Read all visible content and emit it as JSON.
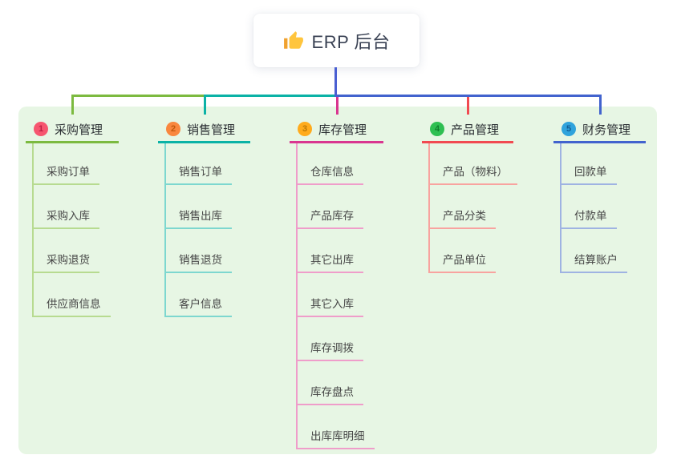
{
  "root": {
    "label": "ERP 后台",
    "icon": "thumbs-up"
  },
  "branches": [
    {
      "number": "1",
      "title": "采购管理",
      "line_color": "#7CBA40",
      "child_line_color": "#B7DB90",
      "badge_bg": "#F6566F",
      "badge_fg": "#BE1E43",
      "children": [
        "采购订单",
        "采购入库",
        "采购退货",
        "供应商信息"
      ]
    },
    {
      "number": "2",
      "title": "销售管理",
      "line_color": "#0BB2A6",
      "child_line_color": "#7DD7CF",
      "badge_bg": "#F9873E",
      "badge_fg": "#C2590E",
      "children": [
        "销售订单",
        "销售出库",
        "销售退货",
        "客户信息"
      ]
    },
    {
      "number": "3",
      "title": "库存管理",
      "line_color": "#D93690",
      "child_line_color": "#EF9DCA",
      "badge_bg": "#FFAB1C",
      "badge_fg": "#BC7906",
      "children": [
        "仓库信息",
        "产品库存",
        "其它出库",
        "其它入库",
        "库存调拨",
        "库存盘点",
        "出库库明细"
      ]
    },
    {
      "number": "4",
      "title": "产品管理",
      "line_color": "#F14A51",
      "child_line_color": "#F8A39F",
      "badge_bg": "#2FBF52",
      "badge_fg": "#0F7E2C",
      "children": [
        "产品（物料）",
        "产品分类",
        "产品单位"
      ]
    },
    {
      "number": "5",
      "title": "财务管理",
      "line_color": "#4263CE",
      "child_line_color": "#9FB3E2",
      "badge_bg": "#30A3DC",
      "badge_fg": "#135E96",
      "children": [
        "回款单",
        "付款单",
        "结算账户"
      ]
    }
  ],
  "colors": {
    "canvas_bg": "#FFFFFF",
    "panel_bg": "#E7F6E4",
    "root_box_bg": "#FFFFFF",
    "root_text": "#3A4254",
    "root_line": "#4A5FD2",
    "title_text": "#2B2F33",
    "child_text": "#464646",
    "thumb_main": "#FFC53D",
    "thumb_cuff": "#F0A12F"
  }
}
